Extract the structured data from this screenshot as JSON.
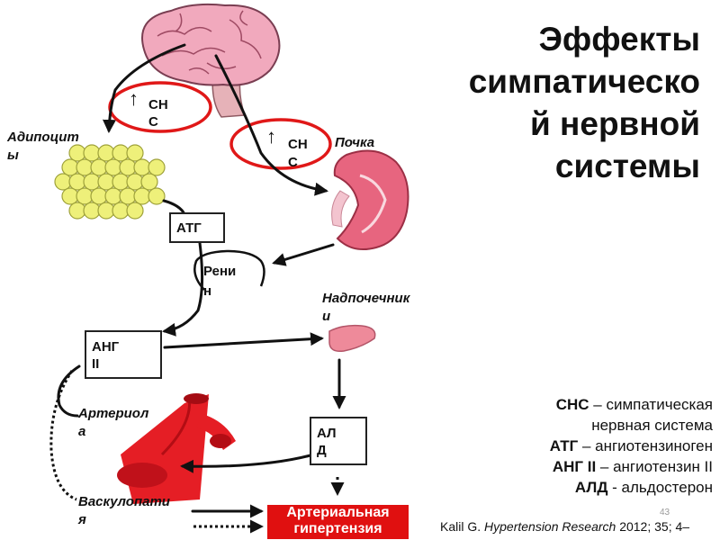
{
  "title_lines": [
    "Эффекты",
    "симпатическо",
    "й нервной",
    "системы"
  ],
  "sns_labels": {
    "left": {
      "arrow": "↑",
      "line1": "СН",
      "line2": "С"
    },
    "right": {
      "arrow": "↑",
      "line1": "СН",
      "line2": "С"
    }
  },
  "labels": {
    "adipocytes": {
      "line1": "Адипоцит",
      "line2": "ы"
    },
    "kidney": "Почка",
    "adrenal": {
      "line1": "Надпочечник",
      "line2": "и"
    },
    "arteriole": {
      "line1": "Артериол",
      "line2": "а"
    },
    "vasculopathy": {
      "line1": "Васкулопати",
      "line2": "я"
    }
  },
  "boxes": {
    "atg": "АТГ",
    "renin": {
      "line1": "Рени",
      "line2": "н"
    },
    "ang": {
      "line1": "АНГ",
      "line2": "II"
    },
    "ald": {
      "line1": "АЛ",
      "line2": "Д"
    }
  },
  "result": {
    "line1": "Артериальная",
    "line2": "гипертензия"
  },
  "legend": [
    {
      "abbr": "СНС",
      "text": " – симпатическая"
    },
    {
      "abbr": "",
      "text": "нервная система"
    },
    {
      "abbr": "АТГ",
      "text": " – ангиотензиноген"
    },
    {
      "abbr": "АНГ II",
      "text": " – ангиотензин II"
    },
    {
      "abbr": "АЛД",
      "text": " - альдостерон"
    }
  ],
  "slide_number": "43",
  "citation": {
    "author": "Kalil G. ",
    "journal": "Hypertension Research",
    "rest": " 2012; 35; 4–"
  },
  "colors": {
    "highlight_ring": "#e01818",
    "result_box": "#e01010",
    "arrow": "#111111"
  }
}
